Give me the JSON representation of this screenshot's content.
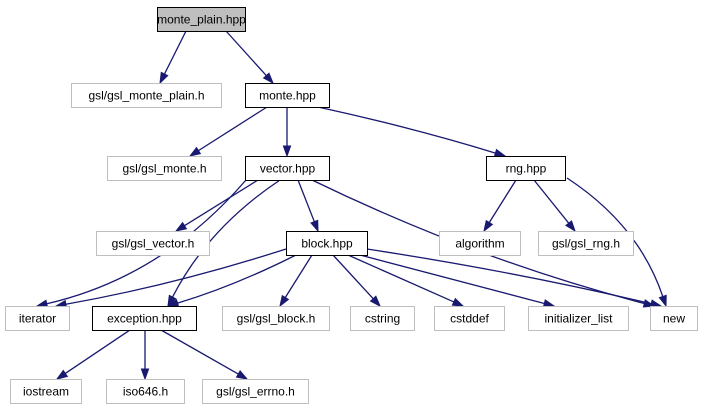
{
  "diagram": {
    "type": "include-dependency-graph",
    "colors": {
      "root_fill": "#bfbfbf",
      "root_border": "#000000",
      "documented_border": "#000000",
      "external_border": "#bfbfbf",
      "external_text": "#000000",
      "edge": "#191970"
    },
    "nodes": [
      {
        "id": "monte_plain",
        "label": "monte_plain.hpp",
        "kind": "root"
      },
      {
        "id": "gsl_monte_plain",
        "label": "gsl/gsl_monte_plain.h",
        "kind": "external"
      },
      {
        "id": "monte",
        "label": "monte.hpp",
        "kind": "documented"
      },
      {
        "id": "gsl_monte",
        "label": "gsl/gsl_monte.h",
        "kind": "external"
      },
      {
        "id": "vector",
        "label": "vector.hpp",
        "kind": "documented"
      },
      {
        "id": "rng",
        "label": "rng.hpp",
        "kind": "documented"
      },
      {
        "id": "gsl_vector",
        "label": "gsl/gsl_vector.h",
        "kind": "external"
      },
      {
        "id": "block",
        "label": "block.hpp",
        "kind": "documented"
      },
      {
        "id": "algorithm",
        "label": "algorithm",
        "kind": "external"
      },
      {
        "id": "gsl_rng",
        "label": "gsl/gsl_rng.h",
        "kind": "external"
      },
      {
        "id": "iterator",
        "label": "iterator",
        "kind": "external"
      },
      {
        "id": "exception",
        "label": "exception.hpp",
        "kind": "documented"
      },
      {
        "id": "gsl_block",
        "label": "gsl/gsl_block.h",
        "kind": "external"
      },
      {
        "id": "cstring",
        "label": "cstring",
        "kind": "external"
      },
      {
        "id": "cstddef",
        "label": "cstddef",
        "kind": "external"
      },
      {
        "id": "initializer_list",
        "label": "initializer_list",
        "kind": "external"
      },
      {
        "id": "new",
        "label": "new",
        "kind": "external"
      },
      {
        "id": "iostream",
        "label": "iostream",
        "kind": "external"
      },
      {
        "id": "iso646",
        "label": "iso646.h",
        "kind": "external"
      },
      {
        "id": "gsl_errno",
        "label": "gsl/gsl_errno.h",
        "kind": "external"
      }
    ],
    "edges": [
      {
        "from": "monte_plain",
        "to": "gsl_monte_plain"
      },
      {
        "from": "monte_plain",
        "to": "monte"
      },
      {
        "from": "monte",
        "to": "gsl_monte"
      },
      {
        "from": "monte",
        "to": "vector"
      },
      {
        "from": "monte",
        "to": "rng"
      },
      {
        "from": "vector",
        "to": "iterator"
      },
      {
        "from": "vector",
        "to": "gsl_vector"
      },
      {
        "from": "vector",
        "to": "block"
      },
      {
        "from": "vector",
        "to": "exception"
      },
      {
        "from": "vector",
        "to": "new"
      },
      {
        "from": "rng",
        "to": "algorithm"
      },
      {
        "from": "rng",
        "to": "gsl_rng"
      },
      {
        "from": "rng",
        "to": "new"
      },
      {
        "from": "block",
        "to": "iterator"
      },
      {
        "from": "block",
        "to": "exception"
      },
      {
        "from": "block",
        "to": "gsl_block"
      },
      {
        "from": "block",
        "to": "cstring"
      },
      {
        "from": "block",
        "to": "cstddef"
      },
      {
        "from": "block",
        "to": "initializer_list"
      },
      {
        "from": "block",
        "to": "new"
      },
      {
        "from": "exception",
        "to": "iostream"
      },
      {
        "from": "exception",
        "to": "iso646"
      },
      {
        "from": "exception",
        "to": "gsl_errno"
      }
    ]
  }
}
